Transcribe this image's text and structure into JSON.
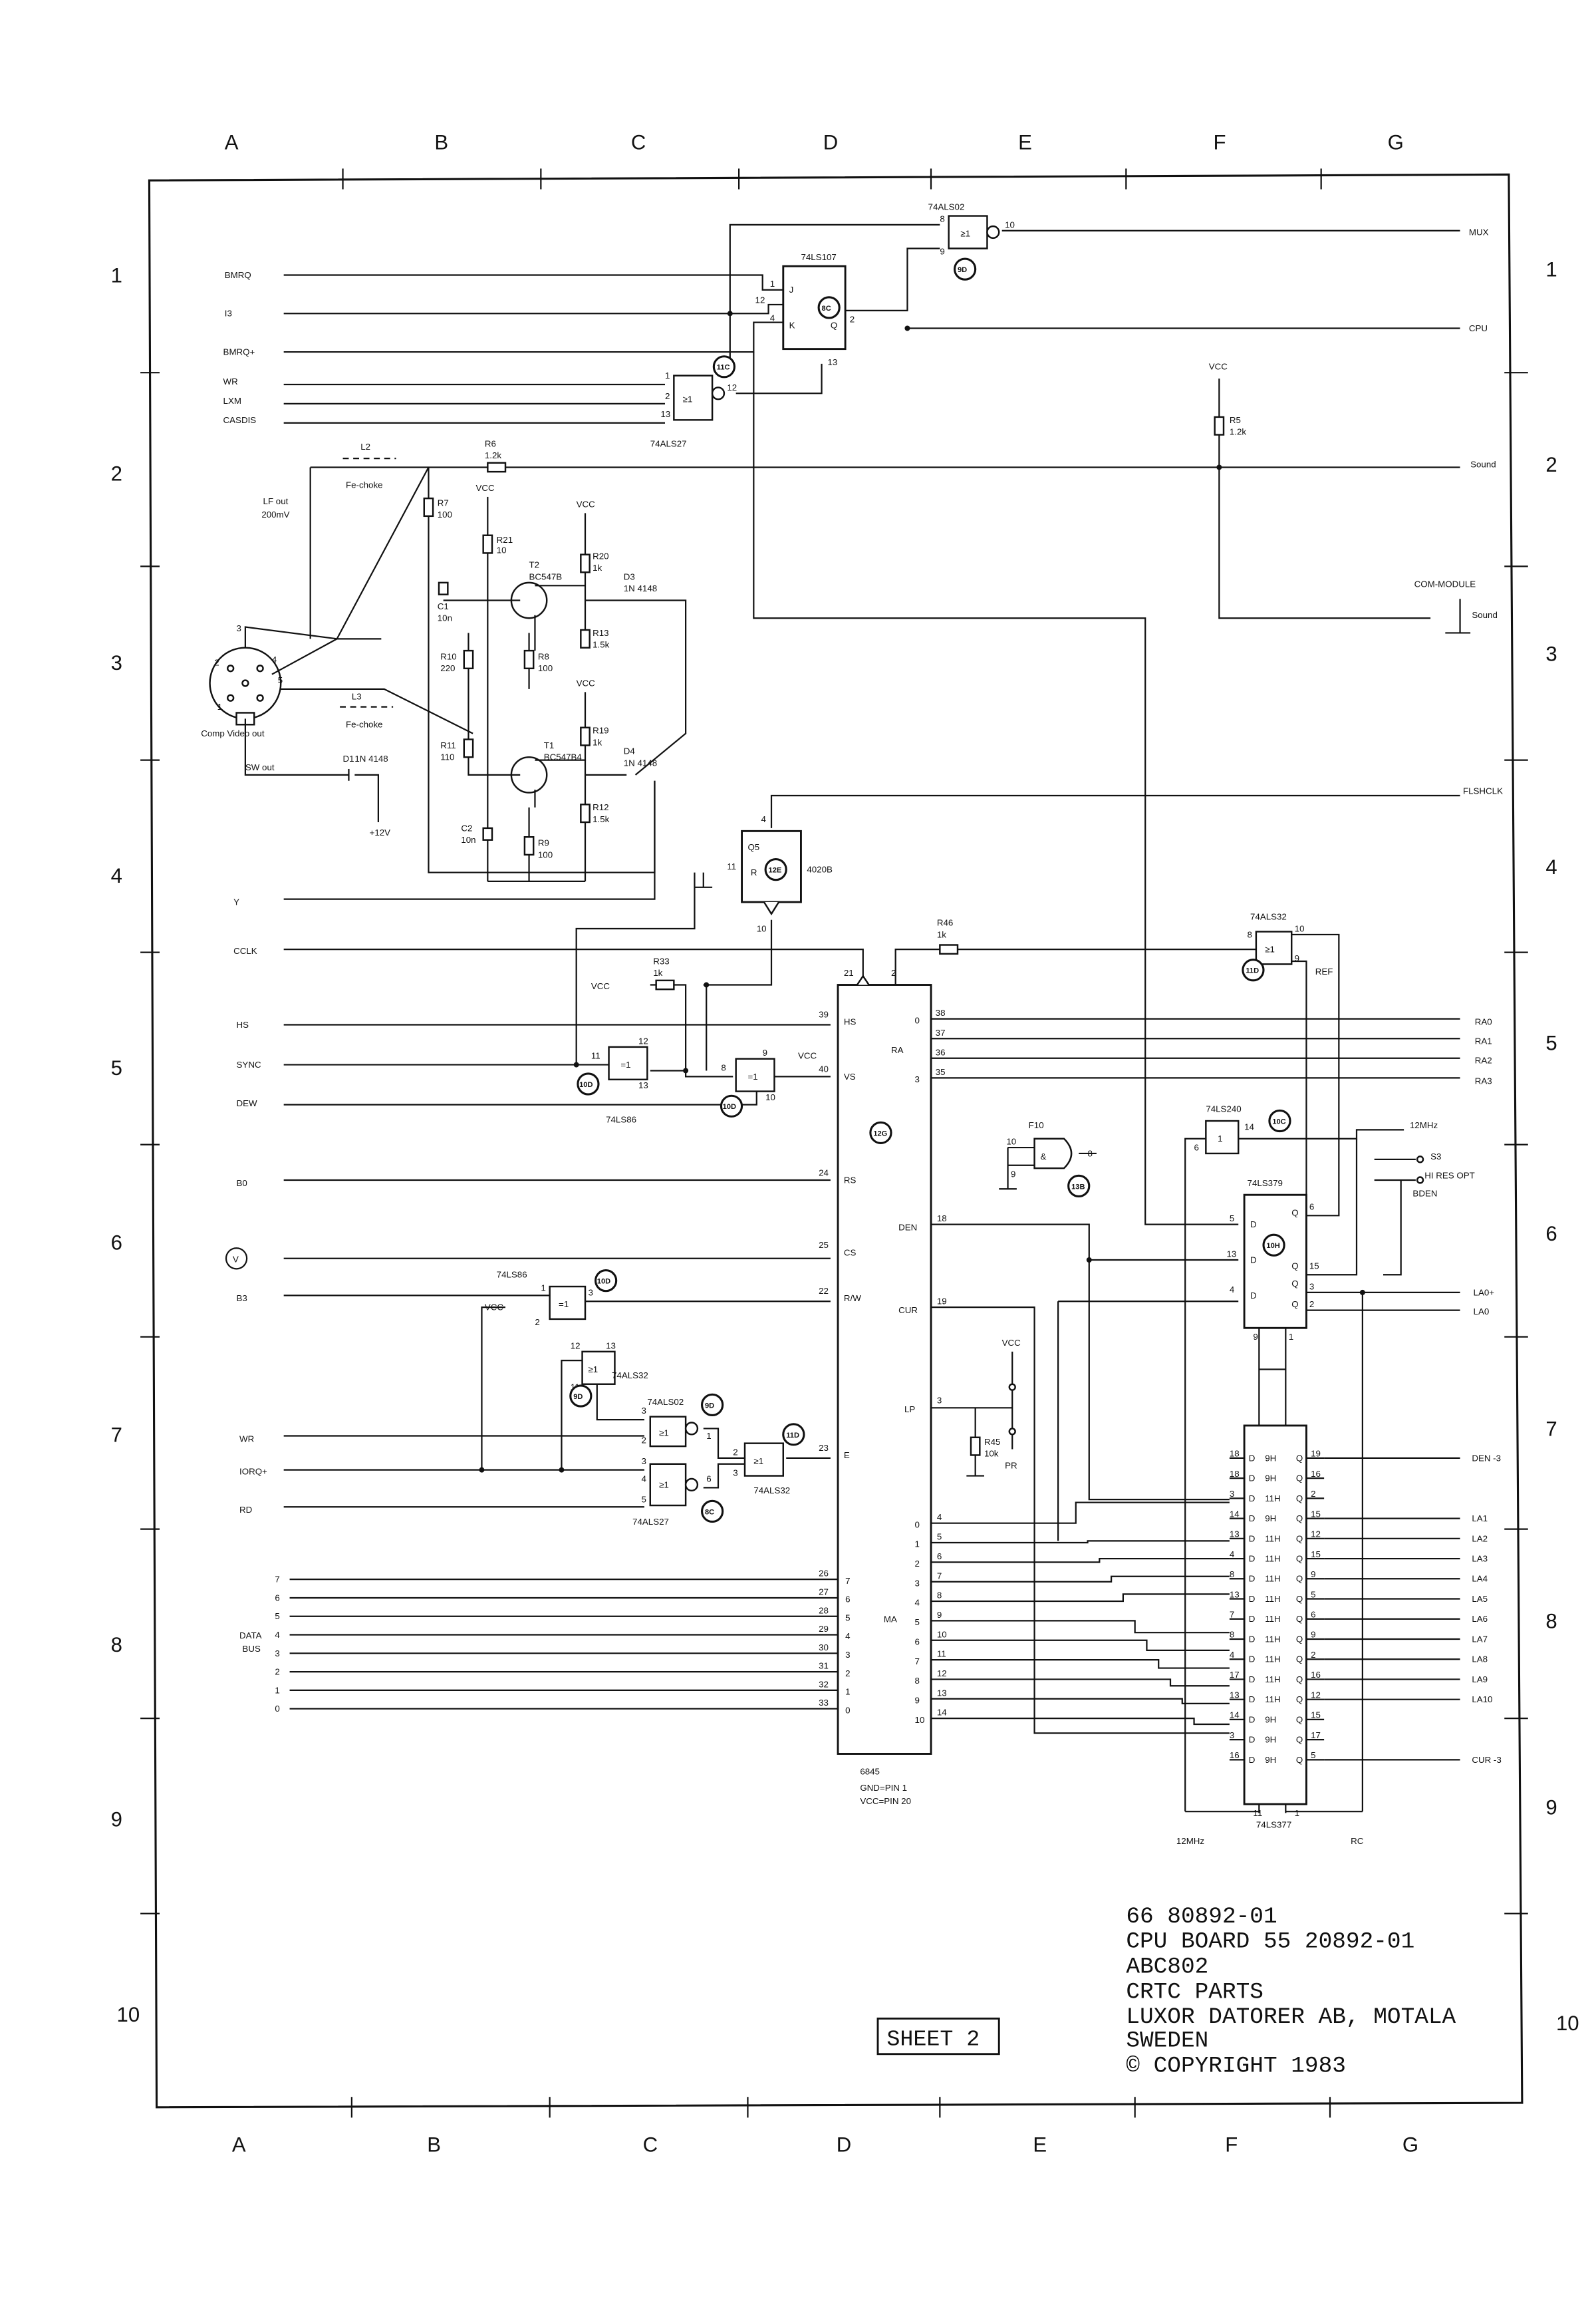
{
  "grid": {
    "columns": [
      "A",
      "B",
      "C",
      "D",
      "E",
      "F",
      "G"
    ],
    "rows": [
      "1",
      "2",
      "3",
      "4",
      "5",
      "6",
      "7",
      "8",
      "9",
      "10"
    ]
  },
  "left_signals": [
    "BMRQ",
    "I3",
    "BMRQ+",
    "WR",
    "LXM",
    "CASDIS",
    "LF out",
    "200mV",
    "Comp Video out",
    "SW out",
    "+12V",
    "Y",
    "CCLK",
    "HS",
    "SYNC",
    "DEW",
    "B0",
    "B3",
    "WR",
    "IORQ+",
    "RD",
    "DATA",
    "BUS"
  ],
  "right_signals": [
    "MUX",
    "CPU",
    "Sound",
    "COM-MODULE",
    "Sound",
    "FLSHCLK",
    "REF",
    "RA0",
    "RA1",
    "RA2",
    "RA3",
    "12MHz",
    "S3",
    "HI RES OPT",
    "BDEN",
    "LA0+",
    "LA0",
    "DEN -3",
    "LA1",
    "LA2",
    "LA3",
    "LA4",
    "LA5",
    "LA6",
    "LA7",
    "LA8",
    "LA9",
    "LA10",
    "CUR -3"
  ],
  "components": {
    "u74ls107": "74LS107",
    "u74als02_top": "74ALS02",
    "u74als27_top": "74ALS27",
    "u4020b": "4020B",
    "u74als32_ref": "74ALS32",
    "u74ls86_sync": "74LS86",
    "u74ls86_b3": "74LS86",
    "u74als32_b": "74ALS32",
    "u74als02_b": "74ALS02",
    "u74als27_b": "74ALS27",
    "u74als32_c": "74ALS32",
    "u6845": "6845",
    "u6845_gnd": "GND=PIN 1",
    "u6845_vcc": "VCC=PIN 20",
    "u74ls240": "74LS240",
    "u74ls379": "74LS379",
    "u74ls377": "74LS377",
    "f10": "F10",
    "t1": "T1",
    "t1_type": "BC547B4",
    "t2": "T2",
    "t2_type": "BC547B",
    "d1": "D1",
    "d1_type": "1N 4148",
    "d3": "D3",
    "d3_type": "1N 4148",
    "d4": "D4",
    "d4_type": "1N 4148",
    "l2": "L2",
    "l3": "L3",
    "fe_choke": "Fe-choke",
    "r5": "R5",
    "r5_val": "1.2k",
    "r6": "R6",
    "r6_val": "1.2k",
    "r7": "R7",
    "r7_val": "100",
    "r8": "R8",
    "r8_val": "100",
    "r9": "R9",
    "r9_val": "100",
    "r10": "R10",
    "r10_val": "220",
    "r11": "R11",
    "r11_val": "110",
    "r12": "R12",
    "r12_val": "1.5k",
    "r13": "R13",
    "r13_val": "1.5k",
    "r19": "R19",
    "r19_val": "1k",
    "r20": "R20",
    "r20_val": "1k",
    "r21": "R21",
    "r21_val": "10",
    "r33": "R33",
    "r33_val": "1k",
    "r45": "R45",
    "r45_val": "10k",
    "r46": "R46",
    "r46_val": "1k",
    "c1": "C1",
    "c1_val": "10n",
    "c2": "C2",
    "c2_val": "10n",
    "vcc": "VCC",
    "pr": "PR",
    "clk12": "12MHz",
    "rc": "RC"
  },
  "refdes": {
    "r11c": "11C",
    "r8c_top": "8C",
    "r9d": "9D",
    "r12e": "12E",
    "r11d_ref": "11D",
    "r10d_sync": "10D",
    "r10d_vs": "10D",
    "r12g": "12G",
    "r13b": "13B",
    "r10c": "10C",
    "r10h": "10H",
    "r10d_b3": "10D",
    "r9d_b": "9D",
    "r9d_c": "9D",
    "r8c_b": "8C",
    "r11d_c": "11D"
  },
  "crtc": {
    "left_pins": [
      {
        "num": "39",
        "name": "HS"
      },
      {
        "num": "40",
        "name": "VS"
      },
      {
        "num": "24",
        "name": "RS"
      },
      {
        "num": "25",
        "name": "CS"
      },
      {
        "num": "22",
        "name": "R/W"
      },
      {
        "num": "23",
        "name": "E"
      }
    ],
    "data_pins": [
      {
        "bus": "7",
        "num": "26",
        "bit": "7"
      },
      {
        "bus": "6",
        "num": "27",
        "bit": "6"
      },
      {
        "bus": "5",
        "num": "28",
        "bit": "5"
      },
      {
        "bus": "4",
        "num": "29",
        "bit": "4"
      },
      {
        "bus": "3",
        "num": "30",
        "bit": "3"
      },
      {
        "bus": "2",
        "num": "31",
        "bit": "2"
      },
      {
        "bus": "1",
        "num": "32",
        "bit": "1"
      },
      {
        "bus": "0",
        "num": "33",
        "bit": "0"
      }
    ],
    "ra_pins": [
      {
        "num": "38",
        "idx": "0"
      },
      {
        "num": "37",
        "idx": ""
      },
      {
        "num": "36",
        "idx": "RA"
      },
      {
        "num": "35",
        "idx": "3"
      }
    ],
    "ma_pins": [
      {
        "num": "4",
        "idx": "0"
      },
      {
        "num": "5",
        "idx": "1"
      },
      {
        "num": "6",
        "idx": "2"
      },
      {
        "num": "7",
        "idx": "3"
      },
      {
        "num": "8",
        "idx": "4"
      },
      {
        "num": "9",
        "idx": "5"
      },
      {
        "num": "10",
        "idx": "6"
      },
      {
        "num": "11",
        "idx": "7"
      },
      {
        "num": "12",
        "idx": "8"
      },
      {
        "num": "13",
        "idx": "9"
      },
      {
        "num": "14",
        "idx": "10"
      }
    ],
    "misc": {
      "den": "DEN",
      "den_pin": "18",
      "cur": "CUR",
      "cur_pin": "19",
      "lp": "LP",
      "lp_pin": "3",
      "ma": "MA",
      "clk_pin": "21",
      "reset_pin": "2"
    }
  },
  "latch": {
    "rows": [
      {
        "in": "18",
        "tag": "9H",
        "out": "19",
        "sig": "DEN -3"
      },
      {
        "in": "18",
        "tag": "9H",
        "out": "16",
        "sig": ""
      },
      {
        "in": "3",
        "tag": "11H",
        "out": "2",
        "sig": ""
      },
      {
        "in": "14",
        "tag": "9H",
        "out": "15",
        "sig": "LA1"
      },
      {
        "in": "13",
        "tag": "11H",
        "out": "12",
        "sig": "LA2"
      },
      {
        "in": "4",
        "tag": "11H",
        "out": "15",
        "sig": "LA3"
      },
      {
        "in": "8",
        "tag": "11H",
        "out": "9",
        "sig": "LA4"
      },
      {
        "in": "13",
        "tag": "11H",
        "out": "5",
        "sig": "LA5"
      },
      {
        "in": "7",
        "tag": "11H",
        "out": "6",
        "sig": "LA6"
      },
      {
        "in": "8",
        "tag": "11H",
        "out": "9",
        "sig": "LA7"
      },
      {
        "in": "4",
        "tag": "11H",
        "out": "2",
        "sig": "LA8"
      },
      {
        "in": "17",
        "tag": "11H",
        "out": "16",
        "sig": "LA9"
      },
      {
        "in": "13",
        "tag": "11H",
        "out": "12",
        "sig": "LA10"
      },
      {
        "in": "14",
        "tag": "9H",
        "out": "15",
        "sig": ""
      },
      {
        "in": "3",
        "tag": "9H",
        "out": "17",
        "sig": ""
      },
      {
        "in": "16",
        "tag": "9H",
        "out": "5",
        "sig": "CUR -3"
      }
    ]
  },
  "title_block": {
    "line1": "66 80892-01",
    "line2": "CPU BOARD 55 20892-01",
    "line3": "ABC802",
    "line4": "CRTC PARTS",
    "line5": "LUXOR DATORER AB, MOTALA",
    "line6": "SWEDEN",
    "line7": "© COPYRIGHT 1983",
    "sheet": "SHEET 2"
  }
}
